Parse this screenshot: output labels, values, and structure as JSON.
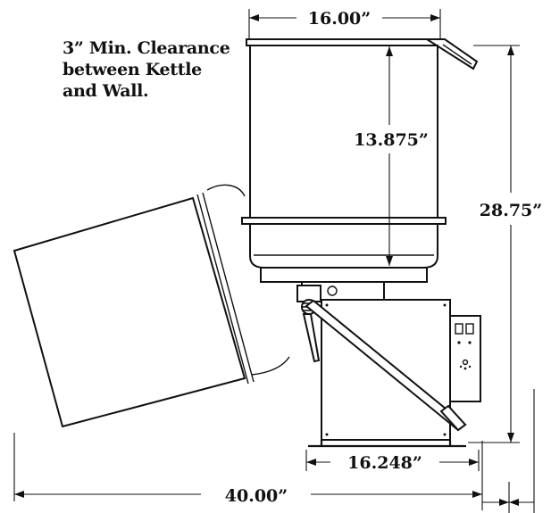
{
  "note": {
    "lines": [
      "3” Min. Clearance",
      "between Kettle",
      "and Wall."
    ]
  },
  "dimensions": {
    "kettle_width": "16.00”",
    "kettle_depth": "13.875”",
    "overall_height": "28.75”",
    "cabinet_width": "16.248”",
    "overall_length": "40.00”"
  },
  "colors": {
    "line": "#111111",
    "background": "#ffffff"
  }
}
